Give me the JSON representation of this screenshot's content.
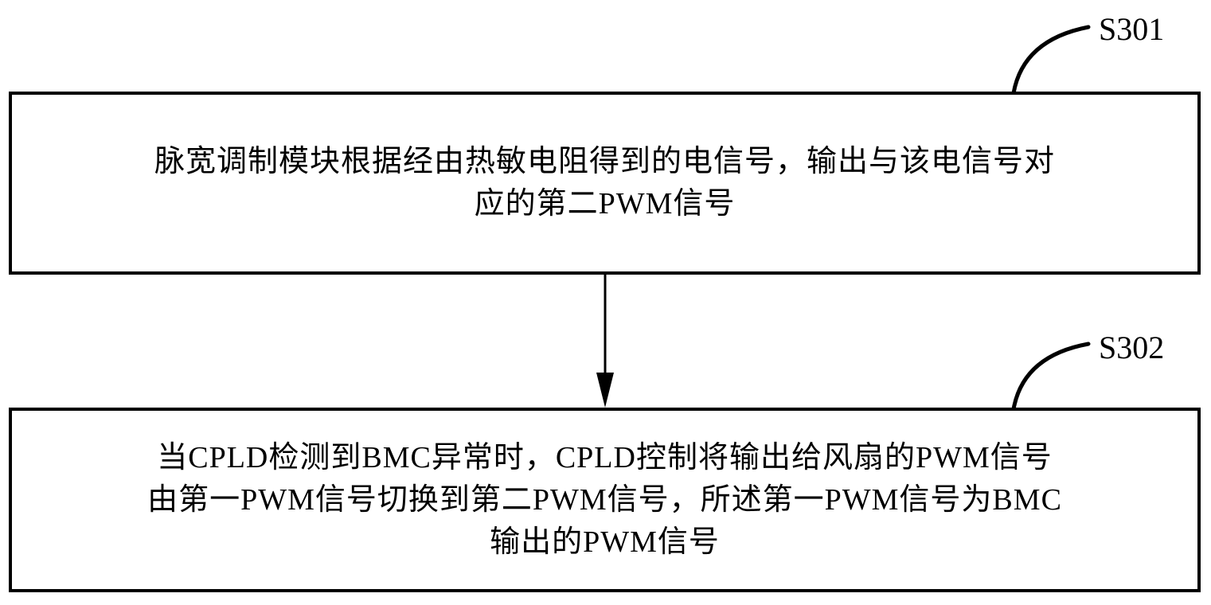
{
  "diagram": {
    "type": "flowchart",
    "direction": "top-to-bottom",
    "steps": [
      {
        "id": "S301",
        "label": "S301",
        "lines": [
          "脉宽调制模块根据经由热敏电阻得到的电信号，输出与该电信号对",
          "应的第二PWM信号"
        ]
      },
      {
        "id": "S302",
        "label": "S302",
        "lines": [
          "当CPLD检测到BMC异常时，CPLD控制将输出给风扇的PWM信号",
          "由第一PWM信号切换到第二PWM信号，所述第一PWM信号为BMC",
          "输出的PWM信号"
        ]
      }
    ],
    "edges": [
      {
        "from": "S301",
        "to": "S302",
        "style": "arrow"
      }
    ],
    "colors": {
      "stroke": "#000000",
      "background": "#ffffff",
      "text": "#000000"
    }
  }
}
